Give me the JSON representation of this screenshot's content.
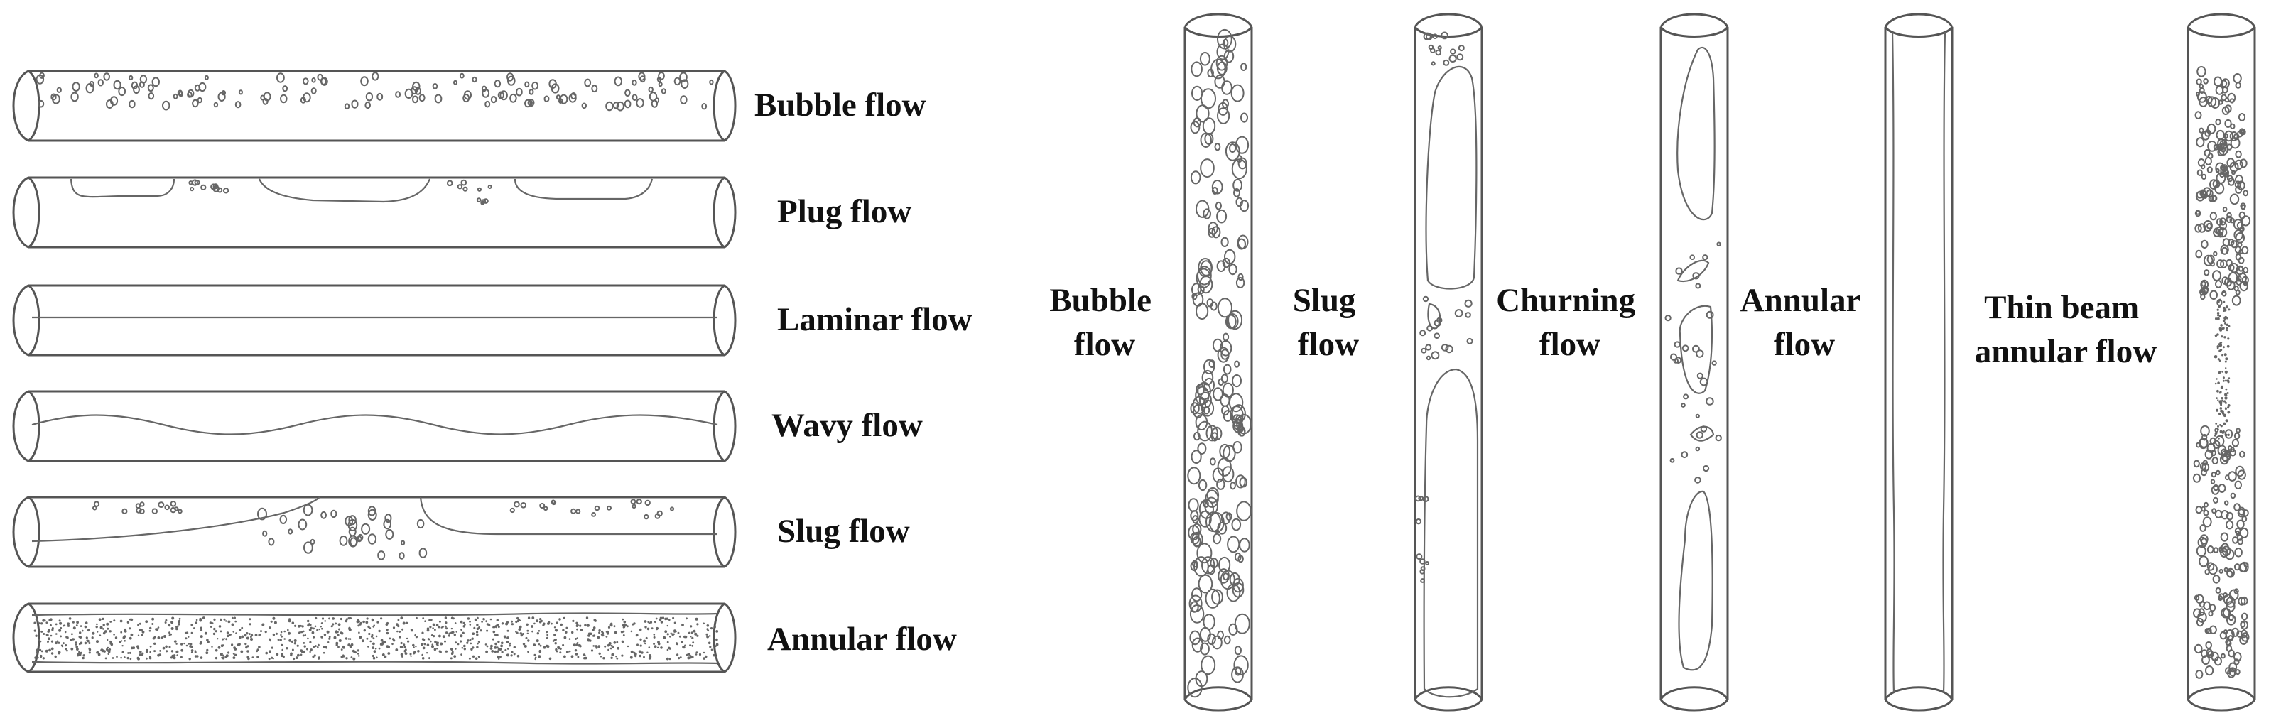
{
  "horizontal": {
    "bubble": "Bubble flow",
    "plug": "Plug flow",
    "laminar": "Laminar flow",
    "wavy": "Wavy flow",
    "slug": "Slug flow",
    "annular": "Annular flow"
  },
  "vertical": {
    "bubble": [
      "Bubble",
      "flow"
    ],
    "slug": [
      "Slug",
      "flow"
    ],
    "churning": [
      "Churning",
      "flow"
    ],
    "annular": [
      "Annular",
      "flow"
    ],
    "thin_beam": [
      "Thin beam",
      "annular flow"
    ]
  }
}
